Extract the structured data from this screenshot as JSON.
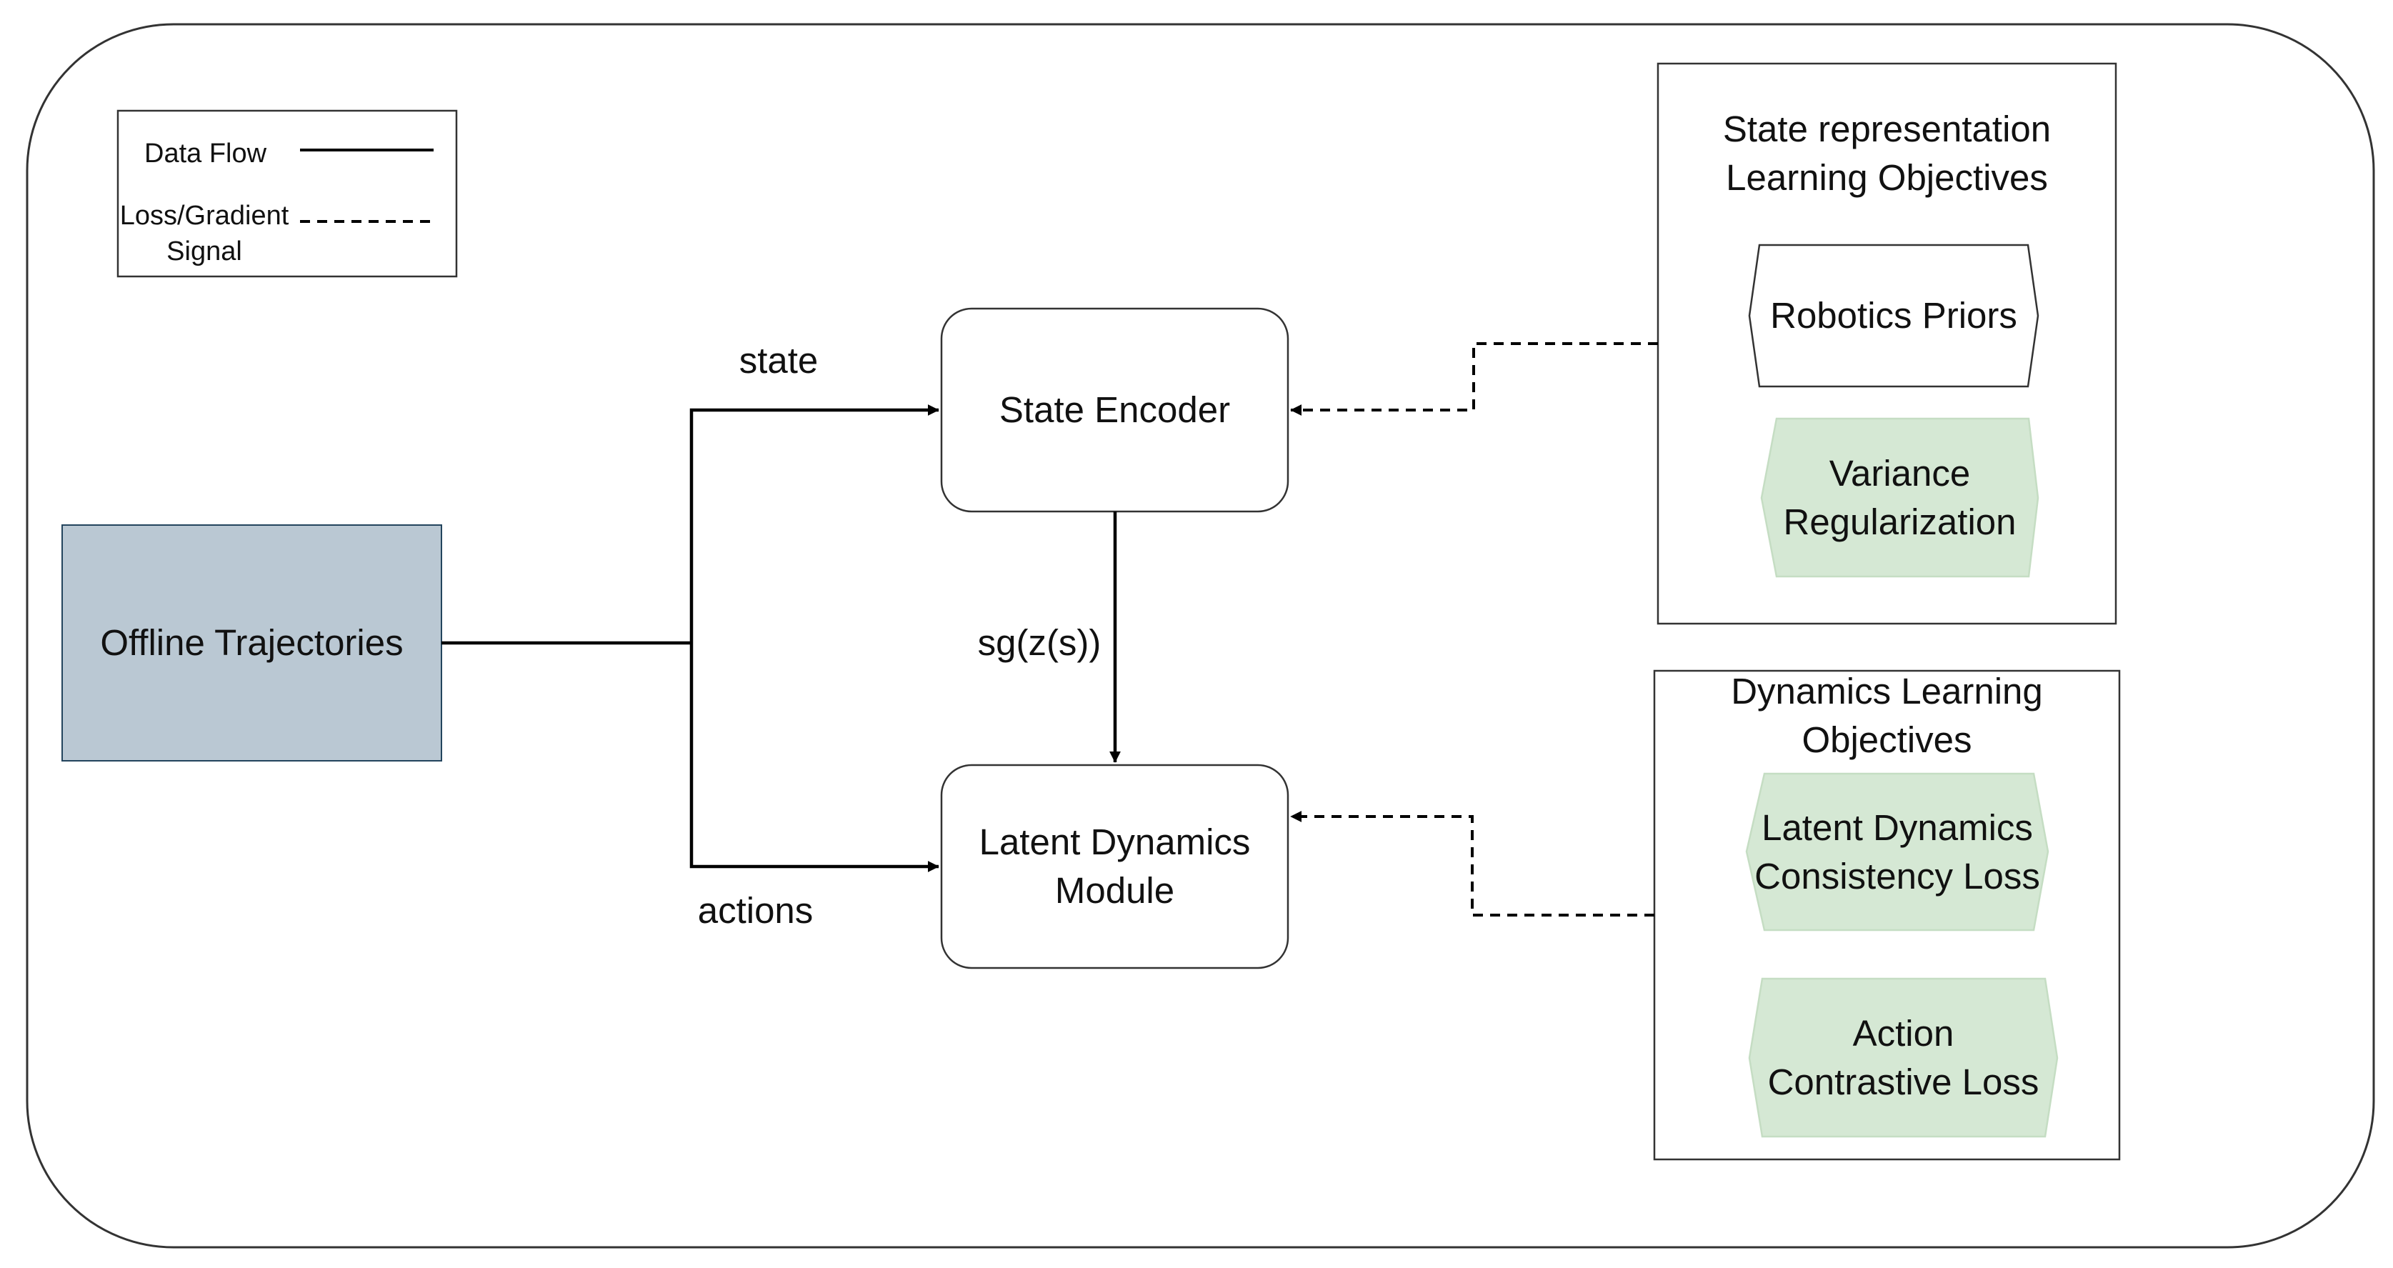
{
  "legend": {
    "data_flow": "Data Flow",
    "loss_signal": "Loss/Gradient\nSignal"
  },
  "nodes": {
    "offline_trajectories": "Offline Trajectories",
    "state_encoder": "State Encoder",
    "latent_dynamics_module": "Latent Dynamics\nModule"
  },
  "edges": {
    "state": "state",
    "actions": "actions",
    "stop_gradient": "sg(z(s))"
  },
  "groups": {
    "state_objectives": {
      "title": "State representation\nLearning Objectives",
      "items": [
        "Robotics Priors",
        "Variance\nRegularization"
      ]
    },
    "dynamics_objectives": {
      "title": "Dynamics Learning\nObjectives",
      "items": [
        "Latent Dynamics\nConsistency Loss",
        "Action\nContrastive Loss"
      ]
    }
  },
  "colors": {
    "trajectory_fill": "#BAC8D3",
    "trajectory_stroke": "#23445D",
    "loss_fill": "#D5E8D4",
    "loss_stroke": "#C5DDC3",
    "line": "#000000",
    "frame": "#333333"
  }
}
